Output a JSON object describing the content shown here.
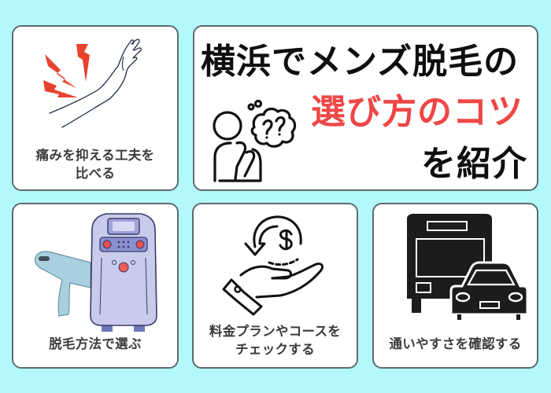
{
  "colors": {
    "background": "#b3f9fc",
    "card_border": "#5e6b6f",
    "title_text": "#0f0f0f",
    "title_accent": "#f04646",
    "label_text": "#3b3b3b",
    "pain_bolt": "#e8432f"
  },
  "title_card": {
    "line1": "横浜でメンズ脱毛の",
    "line2_accent": "選び方のコツ",
    "line3": "を紹介",
    "icon": "thinking-person-icon"
  },
  "cards": [
    {
      "icon": "arm-pain-icon",
      "label_line1": "痛みを抑える工夫を",
      "label_line2": "比べる"
    },
    {
      "icon": "laser-machine-icon",
      "label_line1": "脱毛方法で選ぶ"
    },
    {
      "icon": "hand-money-icon",
      "label_line1": "料金プランやコースを",
      "label_line2": "チェックする"
    },
    {
      "icon": "bus-car-icon",
      "label_line1": "通いやすさを確認する"
    }
  ]
}
